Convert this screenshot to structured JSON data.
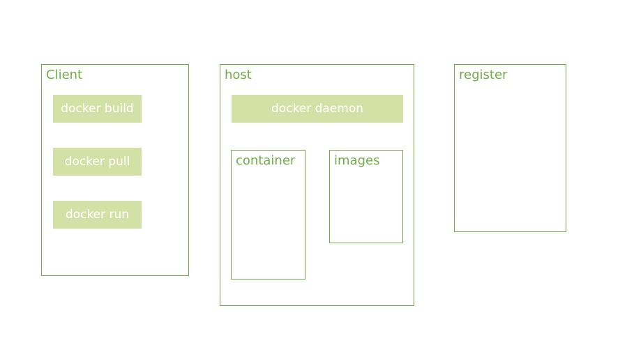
{
  "colors": {
    "border": "#70AD47",
    "title_text": "#70AD47",
    "command_fill": "#D3E1A6",
    "command_text": "#FFFFFF"
  },
  "client": {
    "title": "Client",
    "commands": [
      "docker build",
      "docker pull",
      "docker run"
    ]
  },
  "host": {
    "title": "host",
    "daemon": "docker daemon",
    "container": {
      "title": "container"
    },
    "images": {
      "title": "images"
    }
  },
  "register": {
    "title": "register"
  }
}
